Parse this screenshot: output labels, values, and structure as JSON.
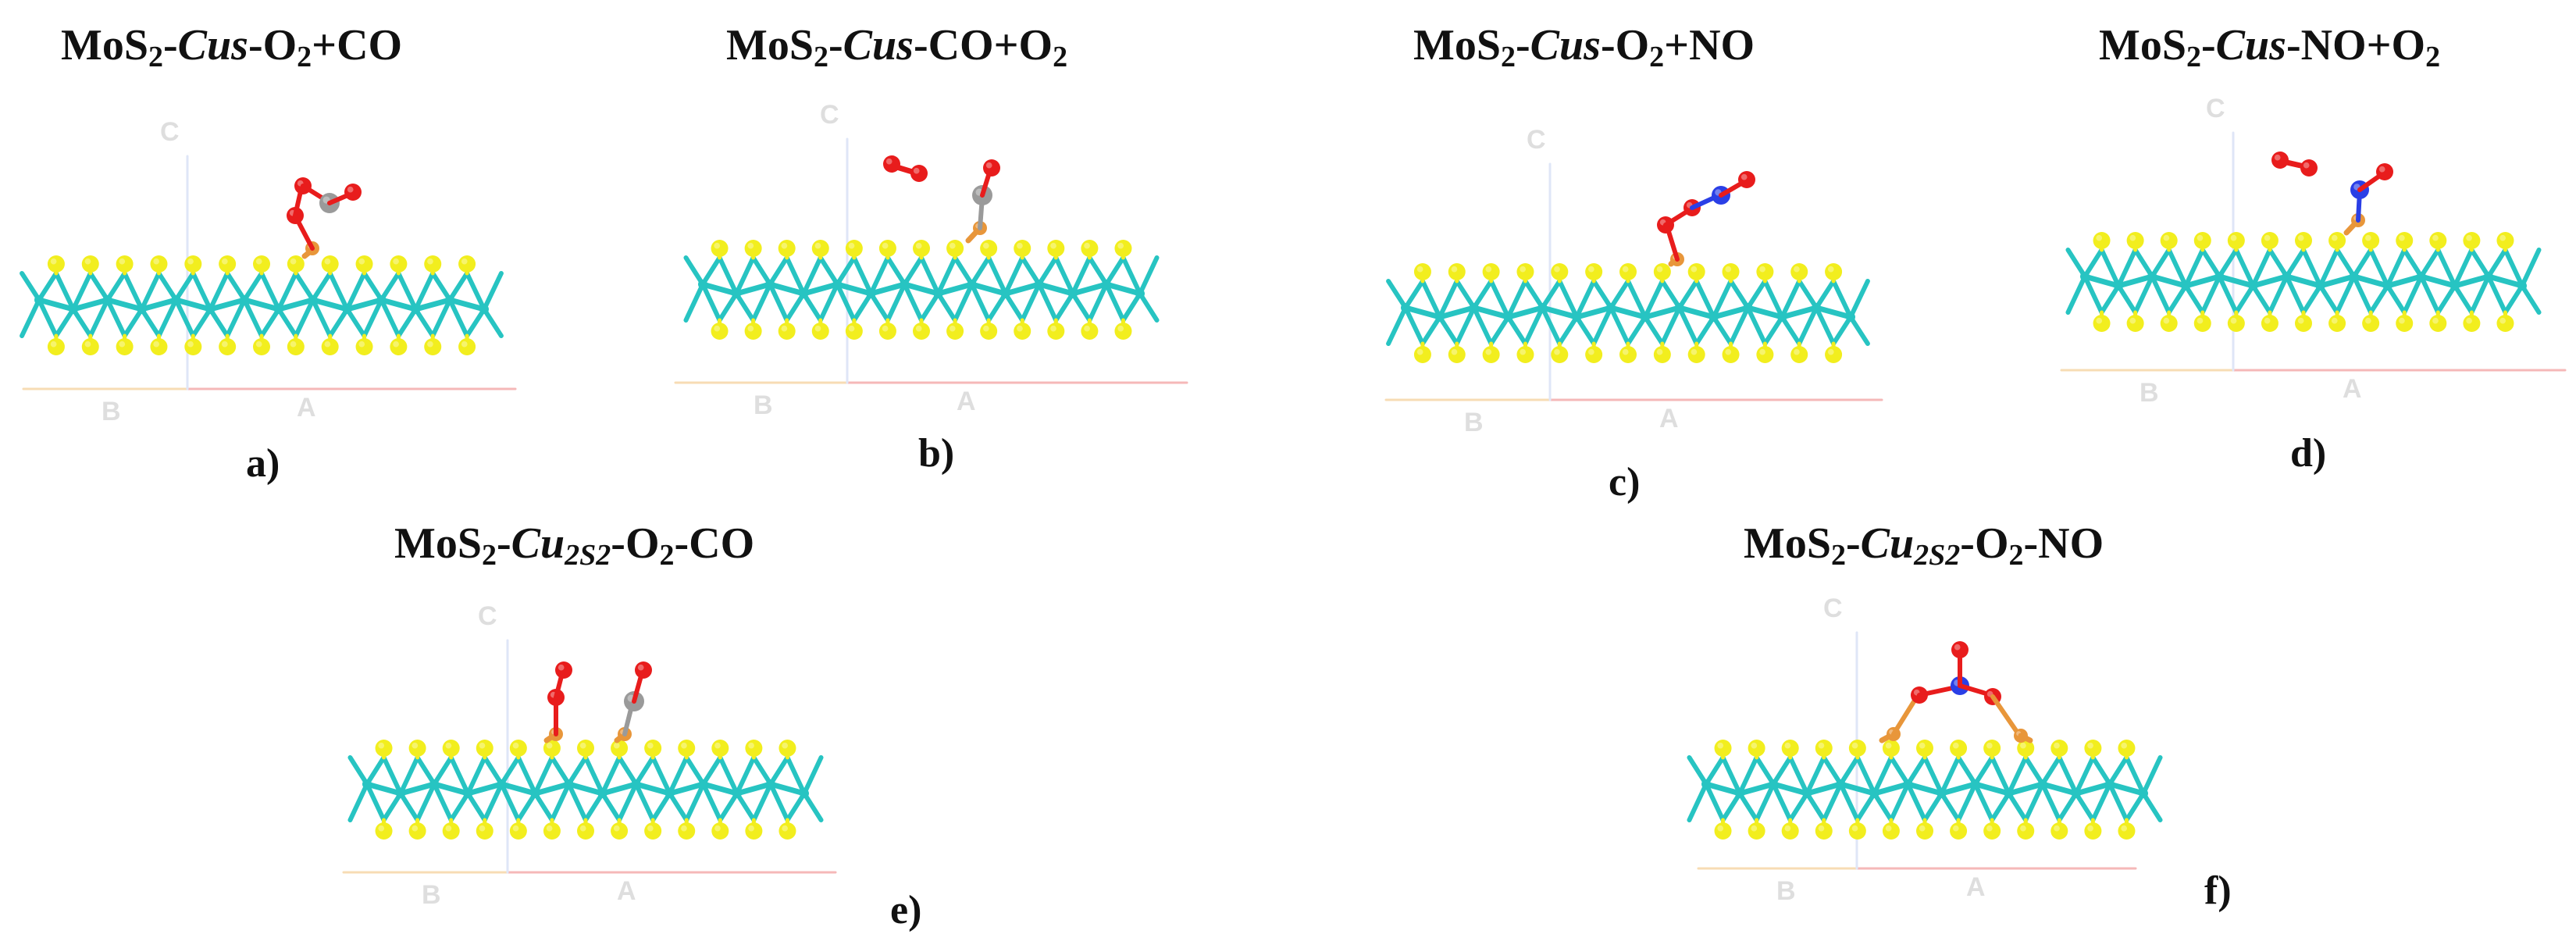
{
  "panels": [
    {
      "id": "a",
      "title": {
        "pre": "MoS",
        "sub": "2",
        "dash1": "-",
        "site": "Cus",
        "dash2": "-",
        "post": "O",
        "post_sub": "2",
        "tail": "+CO"
      },
      "label": "a)",
      "axes": [
        "C",
        "B",
        "A"
      ]
    },
    {
      "id": "b",
      "title": {
        "pre": "MoS",
        "sub": "2",
        "dash1": "-",
        "site": "Cus",
        "dash2": "-",
        "post": "CO+O",
        "post_sub": "2",
        "tail": ""
      },
      "label": "b)",
      "axes": [
        "C",
        "B",
        "A"
      ]
    },
    {
      "id": "c",
      "title": {
        "pre": "MoS",
        "sub": "2",
        "dash1": "-",
        "site": "Cus",
        "dash2": "-",
        "post": "O",
        "post_sub": "2",
        "tail": "+NO"
      },
      "label": "c)",
      "axes": [
        "C",
        "B",
        "A"
      ]
    },
    {
      "id": "d",
      "title": {
        "pre": "MoS",
        "sub": "2",
        "dash1": "-",
        "site": "Cus",
        "dash2": "-",
        "post": "NO+O",
        "post_sub": "2",
        "tail": ""
      },
      "label": "d)",
      "axes": [
        "C",
        "B",
        "A"
      ]
    },
    {
      "id": "e",
      "title": {
        "pre": "MoS",
        "sub": "2",
        "dash1": "-",
        "site": "Cu",
        "site_sub": "2S2",
        "dash2": "-",
        "post": "O",
        "post_sub": "2",
        "tail": "-CO"
      },
      "label": "e)",
      "axes": [
        "C",
        "B",
        "A"
      ]
    },
    {
      "id": "f",
      "title": {
        "pre": "MoS",
        "sub": "2",
        "dash1": "-",
        "site": "Cu",
        "site_sub": "2S2",
        "dash2": "-",
        "post": "O",
        "post_sub": "2",
        "tail": "-NO"
      },
      "label": "f)",
      "axes": [
        "C",
        "B",
        "A"
      ]
    }
  ],
  "colors": {
    "molybdenum": "#27c4c2",
    "sulfur": "#f2ee1e",
    "copper": "#e8963a",
    "oxygen": "#e81c1c",
    "carbon": "#9a9a9a",
    "nitrogen": "#2a3fe6",
    "axis_a": "#f5b8b8",
    "axis_b": "#f7dcb4",
    "axis_c": "#dfe6f7"
  }
}
